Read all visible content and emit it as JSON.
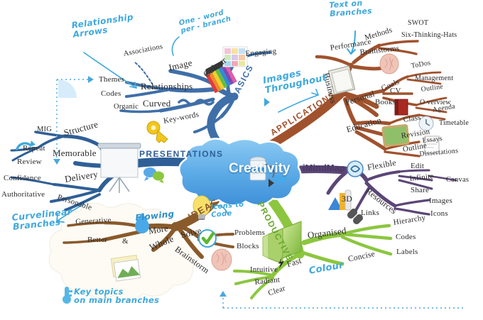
{
  "map": {
    "center": {
      "label": "Creativity",
      "color": "#5aa9e6"
    },
    "branches": [
      {
        "name": "BASICS",
        "color": "#3f6fa8",
        "label": "BASICS",
        "children": [
          {
            "label": "Image",
            "children": []
          },
          {
            "label": "Relationships",
            "children": [
              {
                "label": "Associations"
              },
              {
                "label": "Themes"
              },
              {
                "label": "Codes"
              }
            ]
          },
          {
            "label": "Curved",
            "children": [
              {
                "label": "Organic"
              }
            ]
          },
          {
            "label": "Colour",
            "children": [
              {
                "label": "Engaging"
              }
            ]
          },
          {
            "label": "Key-words",
            "children": []
          }
        ]
      },
      {
        "name": "PRESENTATIONS",
        "color": "#2f5f96",
        "label": "PRESENTATIONS",
        "children": [
          {
            "label": "Structure",
            "children": [
              {
                "label": "MIG"
              },
              {
                "label": "Repeat"
              },
              {
                "label": "Review"
              }
            ]
          },
          {
            "label": "Memorable",
            "children": []
          },
          {
            "label": "Delivery",
            "children": [
              {
                "label": "Confidence"
              },
              {
                "label": "Authoritative"
              },
              {
                "label": "Personable"
              }
            ]
          }
        ]
      },
      {
        "name": "IDEAS",
        "color": "#8a5a2b",
        "label": "IDEAS",
        "children": [
          {
            "label": "Flowing",
            "children": [
              {
                "label": "Generative"
              }
            ]
          },
          {
            "label": "More",
            "children": [
              {
                "label": "Better"
              },
              {
                "label": "&"
              }
            ]
          },
          {
            "label": "Whole",
            "children": []
          },
          {
            "label": "Solve",
            "children": [
              {
                "label": "Problems"
              },
              {
                "label": "Blocks"
              }
            ]
          },
          {
            "label": "Brainstorm",
            "children": []
          }
        ]
      },
      {
        "name": "PRODUCTIVE",
        "color": "#8cc63f",
        "label": "PRODUCTIVE",
        "children": [
          {
            "label": "Organised",
            "children": [
              {
                "label": "Hierarchy"
              },
              {
                "label": "Codes"
              },
              {
                "label": "Labels"
              }
            ]
          },
          {
            "label": "Concise",
            "children": []
          },
          {
            "label": "Fast",
            "children": [
              {
                "label": "Intuitive"
              },
              {
                "label": "Radiant"
              },
              {
                "label": "Clear"
              }
            ]
          }
        ]
      },
      {
        "name": "iMindMap",
        "color": "#5b4677",
        "label": "iMindMap",
        "children": [
          {
            "label": "Flexible",
            "children": [
              {
                "label": "Edit"
              },
              {
                "label": "Infinite"
              },
              {
                "label": "Share"
              },
              {
                "label": "Canvas"
              }
            ]
          },
          {
            "label": "3D",
            "children": []
          },
          {
            "label": "Resources",
            "children": [
              {
                "label": "Images"
              },
              {
                "label": "Icons"
              },
              {
                "label": "Links"
              }
            ]
          }
        ]
      },
      {
        "name": "APPLICATIONS",
        "color": "#a0522d",
        "label": "APPLICATIONS",
        "children": [
          {
            "label": "Business",
            "children": [
              {
                "label": "Performance"
              },
              {
                "label": "Methods",
                "children": [
                  {
                    "label": "SWOT"
                  },
                  {
                    "label": "Six-Thinking-Hats"
                  }
                ]
              },
              {
                "label": "Brainstorms"
              }
            ]
          },
          {
            "label": "Personal",
            "children": [
              {
                "label": "Goals",
                "children": [
                  {
                    "label": "ToDos"
                  },
                  {
                    "label": "Management"
                  }
                ]
              },
              {
                "label": "CV"
              },
              {
                "label": "Books",
                "children": [
                  {
                    "label": "Outline"
                  },
                  {
                    "label": "O verview"
                  }
                ]
              }
            ]
          },
          {
            "label": "Education",
            "children": [
              {
                "label": "Class",
                "children": [
                  {
                    "label": "Agenda"
                  },
                  {
                    "label": "Timetable"
                  }
                ]
              },
              {
                "label": "Revision"
              },
              {
                "label": "Outline",
                "children": [
                  {
                    "label": "Essays"
                  },
                  {
                    "label": "Dissertations"
                  }
                ]
              }
            ]
          }
        ]
      }
    ],
    "annotations": [
      {
        "id": "relationship-arrows",
        "text": "Relationship\nArrows"
      },
      {
        "id": "one-word-per-branch",
        "text": "One - word\nper - branch"
      },
      {
        "id": "text-on-branches",
        "text": "Text on\nBranches"
      },
      {
        "id": "images-throughout",
        "text": "Images\nThroughout"
      },
      {
        "id": "icons-to-code",
        "text": "Icons to\nCode"
      },
      {
        "id": "curvelinear-branches",
        "text": "Curvelinear\nBranches"
      },
      {
        "id": "key-topics",
        "text": "Key topics\non main branches"
      },
      {
        "id": "colour",
        "text": "Colour"
      },
      {
        "id": "flowing-word",
        "text": "Flowing"
      }
    ],
    "icons": [
      {
        "id": "presentation-screen-icon"
      },
      {
        "id": "colour-pencils-icon"
      },
      {
        "id": "colour-swatch-icon"
      },
      {
        "id": "key-icon"
      },
      {
        "id": "speech-bubbles-icon"
      },
      {
        "id": "arrow-repeat-icon"
      },
      {
        "id": "lightbulb-icon"
      },
      {
        "id": "water-drop-icon"
      },
      {
        "id": "green-tick-icon"
      },
      {
        "id": "brain-icon"
      },
      {
        "id": "photo-icon"
      },
      {
        "id": "paint-pot-icon"
      },
      {
        "id": "green-cube-icon"
      },
      {
        "id": "3d-shapes-icon"
      },
      {
        "id": "chain-links-icon"
      },
      {
        "id": "refresh-circle-icon"
      },
      {
        "id": "notebook-icon"
      },
      {
        "id": "red-book-icon"
      },
      {
        "id": "blackboard-icon"
      },
      {
        "id": "clock-icon"
      },
      {
        "id": "documents-icon"
      },
      {
        "id": "brain-pink-icon"
      },
      {
        "id": "lightning-icon"
      }
    ]
  }
}
